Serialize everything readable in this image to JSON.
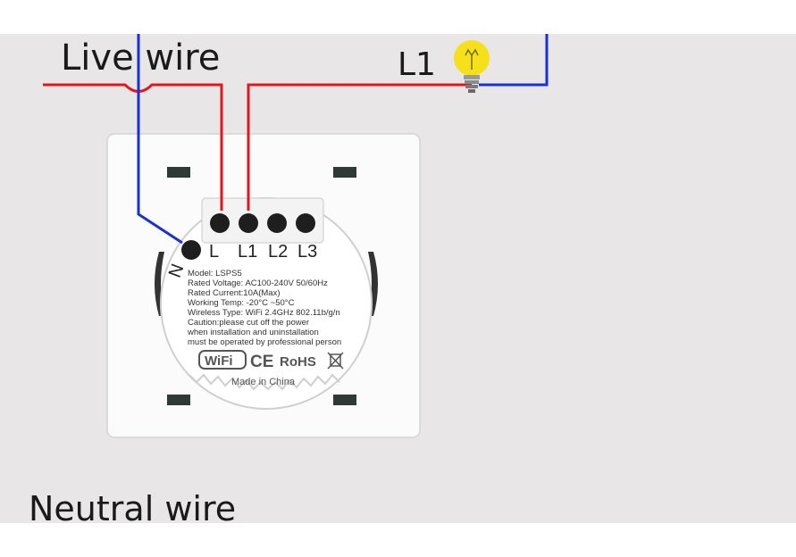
{
  "labels": {
    "live_wire": "Live wire",
    "neutral_wire": "Neutral wire",
    "lamp_terminal": "L1"
  },
  "terminals": {
    "l": "L",
    "l1": "L1",
    "l2": "L2",
    "l3": "L3",
    "n": "N"
  },
  "specs": {
    "model": "Model: LSPS5",
    "rated_voltage": "Rated Voltage: AC100-240V 50/60Hz",
    "rated_current": "Rated Current:10A(Max)",
    "working_temp": "Working Temp: -20°C ~50°C",
    "wireless_type": "Wireless Type: WiFi 2.4GHz 802.11b/g/n",
    "caution_1": "Caution:please cut off the power",
    "caution_2": "when installation and uninstallation",
    "caution_3": "must be operated by professional person"
  },
  "certifications": {
    "wifi": "WiFi",
    "ce": "CE",
    "rohs": "RoHS"
  },
  "made_in": "Made in China",
  "colors": {
    "live": "#e3161e",
    "neutral": "#1730d8",
    "bulb": "#f5e11a",
    "background": "#e8e6e7",
    "panel": "#fafafa"
  }
}
